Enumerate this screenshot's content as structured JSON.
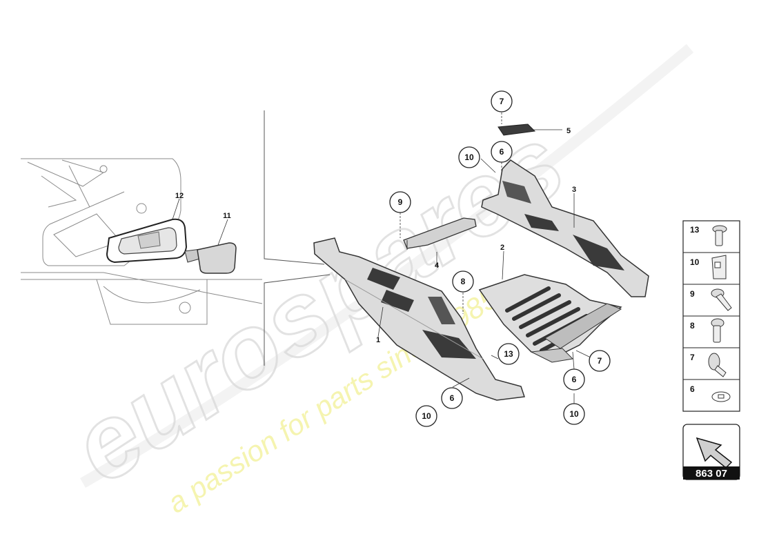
{
  "watermark": {
    "brand": "eurospares",
    "tagline": "a passion for parts since 1985"
  },
  "callouts": [
    {
      "id": "c1",
      "label": "1"
    },
    {
      "id": "c2",
      "label": "2"
    },
    {
      "id": "c3",
      "label": "3"
    },
    {
      "id": "c4",
      "label": "4"
    },
    {
      "id": "c5",
      "label": "5"
    },
    {
      "id": "c11",
      "label": "11"
    },
    {
      "id": "c12",
      "label": "12"
    }
  ],
  "circles": [
    {
      "id": "k7a",
      "label": "7"
    },
    {
      "id": "k6a",
      "label": "6"
    },
    {
      "id": "k10a",
      "label": "10"
    },
    {
      "id": "k9",
      "label": "9"
    },
    {
      "id": "k8",
      "label": "8"
    },
    {
      "id": "k13",
      "label": "13"
    },
    {
      "id": "k6b",
      "label": "6"
    },
    {
      "id": "k10b",
      "label": "10"
    },
    {
      "id": "k7b",
      "label": "7"
    },
    {
      "id": "k6c",
      "label": "6"
    },
    {
      "id": "k10c",
      "label": "10"
    }
  ],
  "legend": [
    {
      "number": "13",
      "part": "screw-flange-icon"
    },
    {
      "number": "10",
      "part": "clip-nut-icon"
    },
    {
      "number": "9",
      "part": "screw-icon"
    },
    {
      "number": "8",
      "part": "screw-icon"
    },
    {
      "number": "7",
      "part": "expanding-rivet-icon"
    },
    {
      "number": "6",
      "part": "washer-icon"
    }
  ],
  "reference": {
    "code": "863 07",
    "icon": "direction-arrow-icon"
  }
}
